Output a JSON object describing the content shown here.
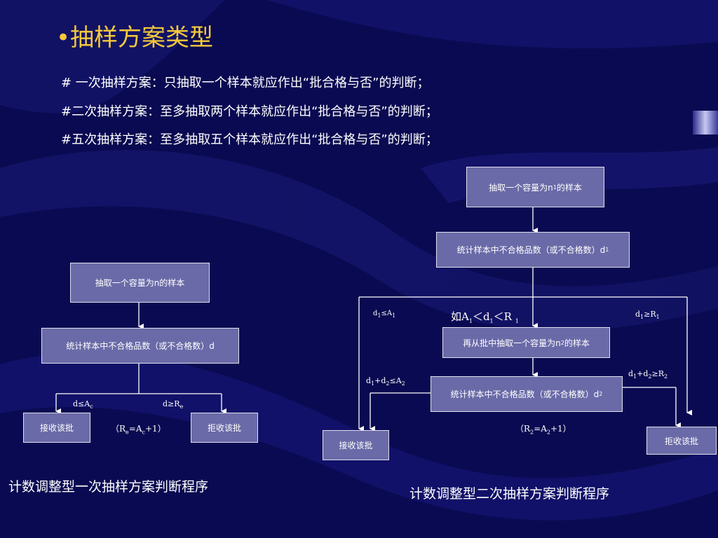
{
  "title": "•抽样方案类型",
  "lines": [
    "# 一次抽样方案：只抽取一个样本就应作出“批合格与否”的判断；",
    "#二次抽样方案：至多抽取两个样本就应作出“批合格与否”的判断；",
    "#五次抽样方案：至多抽取五个样本就应作出“批合格与否”的判断；"
  ],
  "single": {
    "box_sample": "抽取一个容量为n的样本",
    "box_count": "统计样本中不合格品数（或不合格数）d",
    "box_accept": "接收该批",
    "box_reject": "拒收该批",
    "cond_accept": {
      "main": "d≤A",
      "sub": "c"
    },
    "cond_reject": {
      "main": "d≥R",
      "sub": "e"
    },
    "relation": "（R<sub>e</sub>=A<sub>c</sub>+1）",
    "caption": "计数调整型一次抽样方案判断程序"
  },
  "double": {
    "box_sample1_prefix": "抽取一个容量为n",
    "box_sample1_sub": "1",
    "box_sample1_suffix": "的样本",
    "box_count1_text": "统计样本中不合格品数（或不合格数）d",
    "box_count1_sub": "1",
    "box_sample2_prefix": "再从批中抽取一个容量为n",
    "box_sample2_sub": "2",
    "box_sample2_suffix": "的样本",
    "box_count2_text": "统计样本中不合格品数（或不合格数）d",
    "box_count2_sub": "2",
    "box_accept": "接收该批",
    "box_reject": "拒收该批",
    "cond_accept1": "d<sub>1</sub>≤A<sub>1</sub>",
    "cond_middle": "如A<sub>1</sub>＜d<sub>1</sub>＜R <sub>1</sub>",
    "cond_reject1": "d<sub>1</sub>≥R<sub>1</sub>",
    "cond_accept2": "d<sub>1</sub>+d<sub>2</sub>≤A<sub>2</sub>",
    "cond_reject2": "d<sub>1</sub>+d<sub>2</sub>≥R<sub>2</sub>",
    "relation": "（R<sub>2</sub>=A<sub>2</sub>+1）",
    "caption": "计数调整型二次抽样方案判断程序"
  },
  "colors": {
    "background": "#0a0a52",
    "title": "#f5c93a",
    "box": "#6a6aa8",
    "text": "#ffffff"
  }
}
